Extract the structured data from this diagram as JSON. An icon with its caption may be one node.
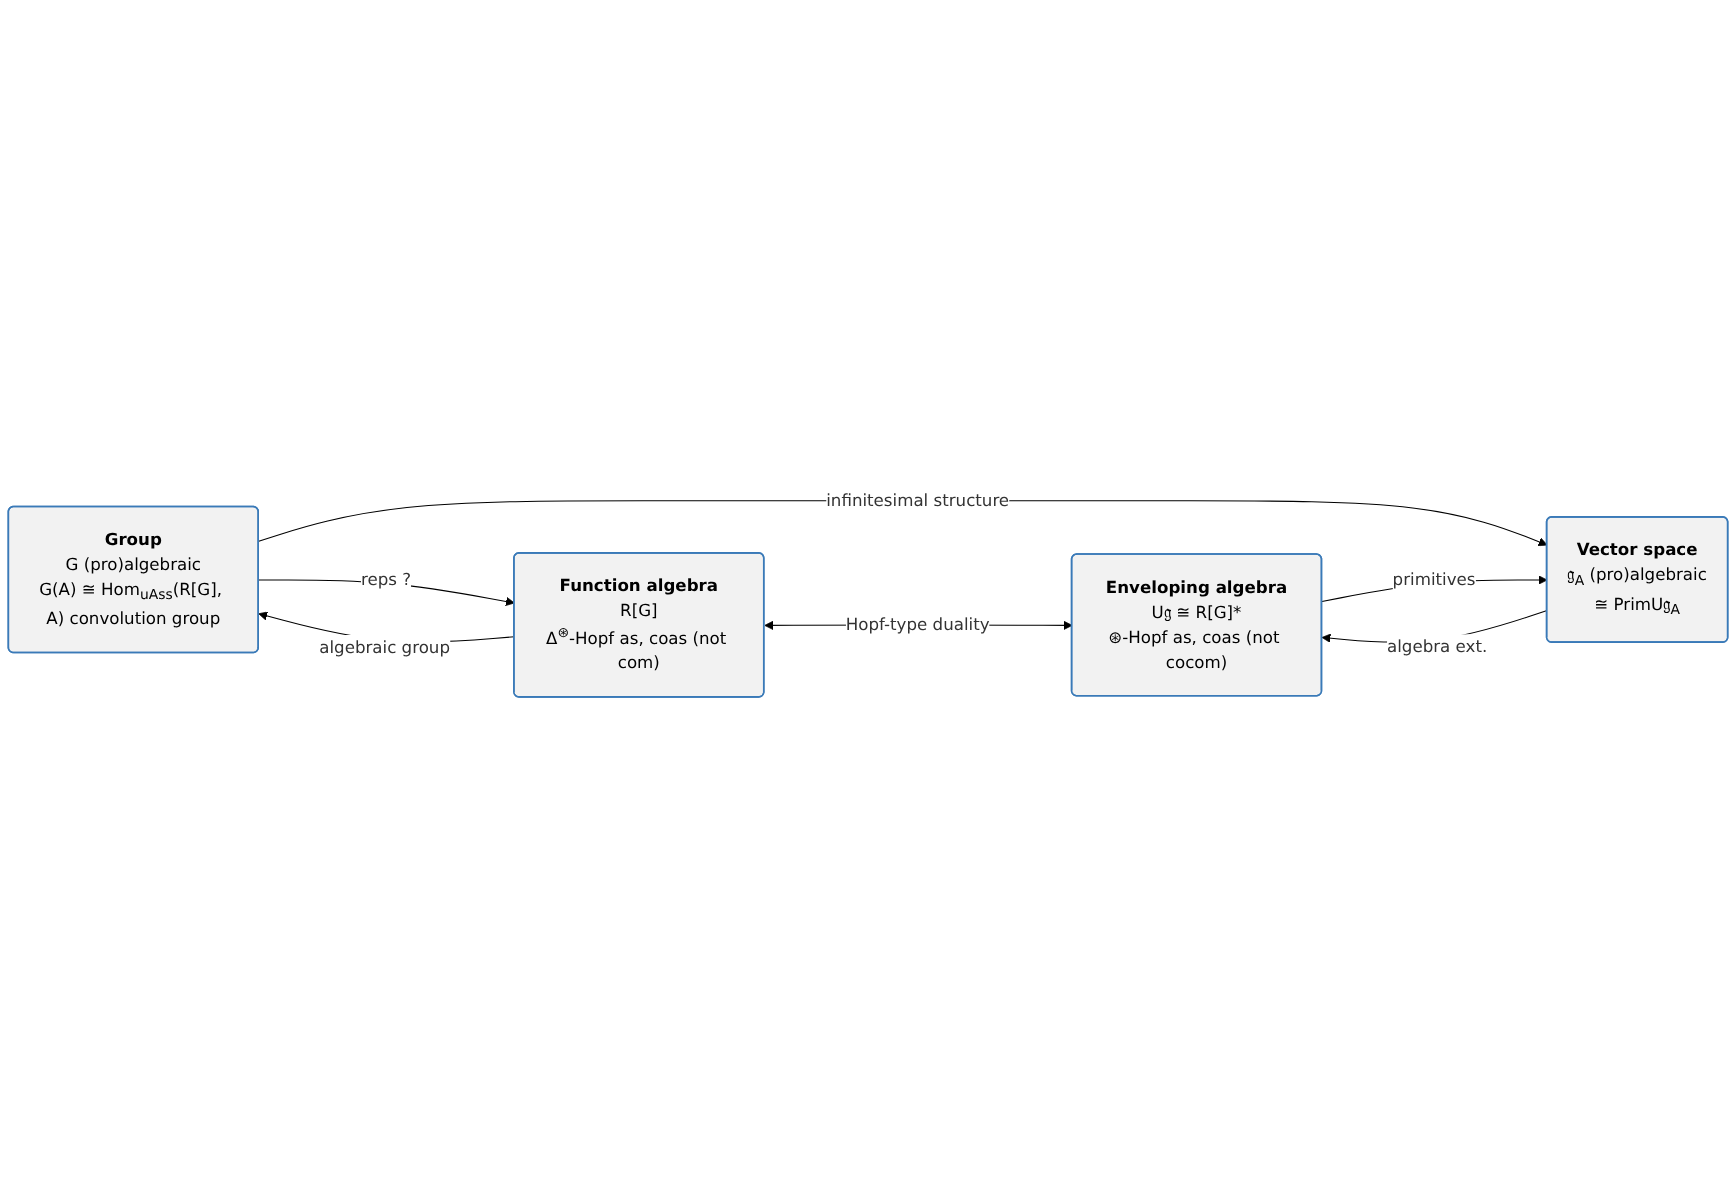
{
  "diagram": {
    "nodes": [
      {
        "text": [
          "Group",
          "G (pro)algebraic",
          "G(A) ≅ Hom$_{uAss}$(R[G], A) convolution group"
        ]
      },
      {
        "text": [
          "Function algebra",
          "R[G]",
          "Δ$^{⊛}$-Hopf as, coas (not com)"
        ]
      },
      {
        "text": [
          "Vector space",
          "𝔤$_{A}$ (pro)algebraic",
          "≅ PrimU𝔤$_{A}$"
        ]
      },
      {
        "text": [
          "Enveloping algebra",
          "U𝔤 ≅ R[G]*",
          "⊛-Hopf as, coas (not cocom)"
        ]
      }
    ],
    "edges": [
      {
        "from": 0,
        "to": 1,
        "arrow": "to",
        "label": "reps ?"
      },
      {
        "from": 1,
        "to": 0,
        "arrow": "to",
        "label": "algebraic group"
      },
      {
        "from": 0,
        "to": 2,
        "arrow": "to",
        "label": "infinitesimal structure"
      },
      {
        "from": 1,
        "to": 3,
        "arrow": "both",
        "label": "Hopf-type duality"
      },
      {
        "from": 2,
        "to": 3,
        "arrow": "to",
        "label": "algebra ext."
      },
      {
        "from": 3,
        "to": 2,
        "arrow": "to",
        "label": "primitives"
      }
    ]
  }
}
